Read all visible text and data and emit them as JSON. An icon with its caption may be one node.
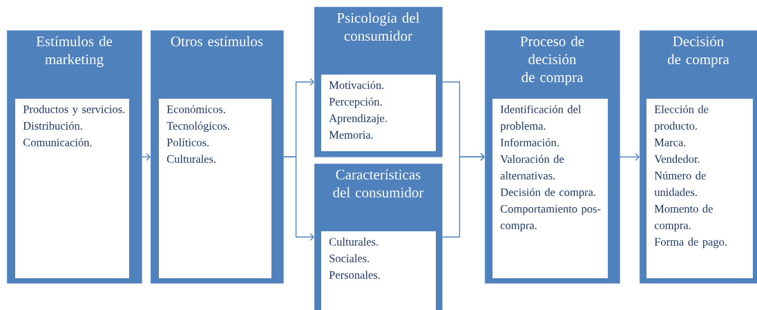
{
  "diagram": {
    "nodes": [
      {
        "text": [
          "Estímulos de marketing",
          "Productos y servicios.",
          "Distribución.",
          "Comunicación."
        ]
      },
      {
        "text": [
          "Otros estímulos",
          "Económicos.",
          "Tecnológicos.",
          "Políticos.",
          "Culturales."
        ]
      },
      {
        "text": [
          "Psicología del consumidor",
          "Motivación.",
          "Percepción.",
          "Aprendizaje.",
          "Memoria."
        ]
      },
      {
        "text": [
          "Características del consumidor",
          "Culturales.",
          "Sociales.",
          "Personales."
        ]
      },
      {
        "text": [
          "Proceso de decisión de compra",
          "Identificación del problema.",
          "Información.",
          "Valoración de alternativas.",
          "Decisión de compra.",
          "Comportamiento pos-compra."
        ]
      },
      {
        "text": [
          "Decisión de compra",
          "Elección de producto.",
          "Marca.",
          "Vendedor.",
          "Número de unidades.",
          "Momento de compra.",
          "Forma de pago."
        ]
      }
    ],
    "edges": [
      {
        "from": 0,
        "to": 1,
        "arrow": "to"
      },
      {
        "from": 1,
        "to": 2,
        "arrow": "to"
      },
      {
        "from": 1,
        "to": 3,
        "arrow": "to"
      },
      {
        "from": 2,
        "to": 4,
        "arrow": "to"
      },
      {
        "from": 3,
        "to": 4,
        "arrow": "to"
      },
      {
        "from": 4,
        "to": 5,
        "arrow": "to"
      }
    ]
  }
}
